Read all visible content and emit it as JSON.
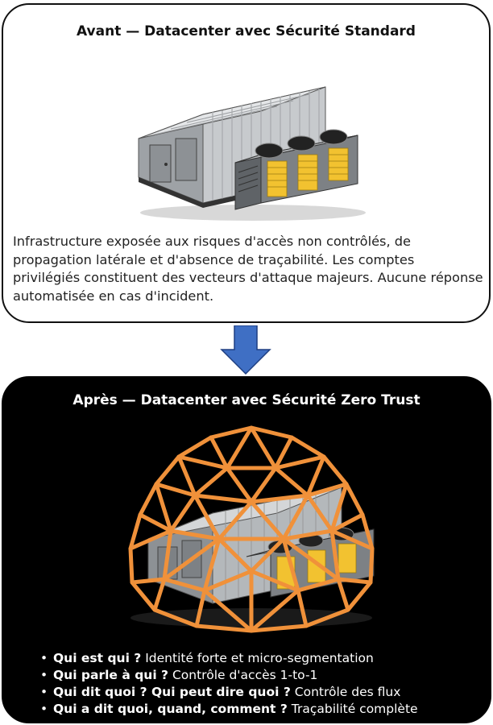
{
  "before": {
    "title": "Avant — Datacenter avec Sécurité Standard",
    "description": "Infrastructure exposée aux risques d'accès non contrôlés, de propagation latérale et d'absence de traçabilité. Les comptes privilégiés constituent des vecteurs d'attaque majeurs. Aucune réponse automatisée en cas d'incident.",
    "image": "container-datacenter-illustration"
  },
  "transition": {
    "icon": "arrow-down-icon",
    "color": "#3f6fc4"
  },
  "after": {
    "title": "Après — Datacenter avec Sécurité Zero Trust",
    "image": "container-datacenter-under-dome-illustration",
    "dome_color": "#f0913a",
    "bullets": [
      {
        "question": "Qui est qui ?",
        "answer": "Identité forte et micro-segmentation"
      },
      {
        "question": "Qui parle à qui ?",
        "answer": "Contrôle d'accès 1-to-1"
      },
      {
        "question": "Qui dit quoi ? Qui peut dire quoi ?",
        "answer": "Contrôle des flux"
      },
      {
        "question": "Qui a dit quoi, quand, comment ?",
        "answer": "Traçabilité complète"
      }
    ]
  }
}
